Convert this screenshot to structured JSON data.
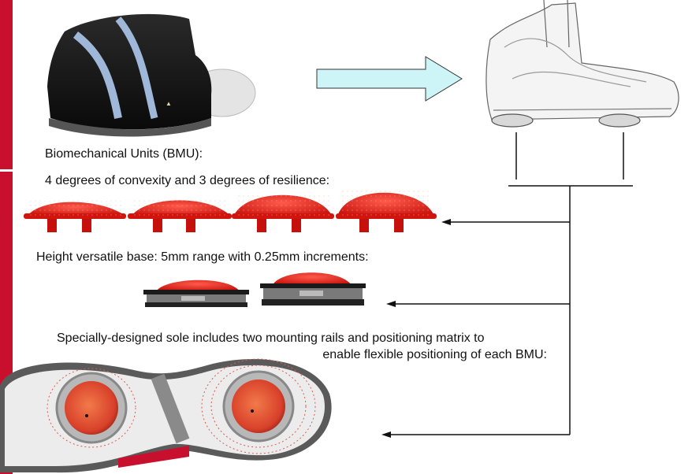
{
  "labels": {
    "bmu_title": "Biomechanical Units (BMU):",
    "degrees": "4 degrees of convexity and 3 degrees of resilience:",
    "base": "Height versatile base: 5mm range with 0.25mm increments:",
    "sole_line1": "Specially-designed sole includes two mounting rails and positioning matrix to",
    "sole_line2": "enable flexible positioning of each BMU:"
  },
  "colors": {
    "accent_red": "#c8102e",
    "bmu_red": "#e0201e",
    "arrow_fill": "#cdf4f7",
    "line": "#111111"
  },
  "icons": {
    "shoe_photo": "black-shoe-icon",
    "shoe_sketch": "shoe-outline-icon",
    "flow_arrow": "right-arrow-icon"
  }
}
